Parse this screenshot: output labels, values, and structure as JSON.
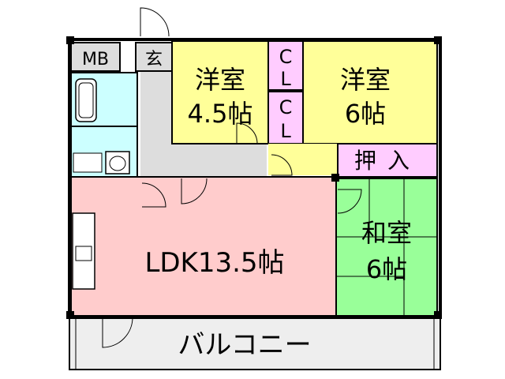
{
  "colors": {
    "western_room": "#ffff99",
    "closet": "#ffccff",
    "ldk": "#ffcccc",
    "washitsu": "#99ff99",
    "wet_area": "#ccffff",
    "hall": "#dddddd",
    "balcony": "#eeeeee",
    "wall": "#000000"
  },
  "rooms": {
    "mb": "MB",
    "entrance": "玄",
    "western_small": {
      "name": "洋室",
      "size": "4.5帖"
    },
    "clc_top": [
      "C",
      "L"
    ],
    "clc_bottom": [
      "C",
      "L"
    ],
    "western_large": {
      "name": "洋室",
      "size": "6帖"
    },
    "oshiire": "押入",
    "washitsu": {
      "name": "和室",
      "size": "6帖"
    },
    "ldk": "LDK13.5帖",
    "balcony": "バルコニー"
  },
  "icons": [
    "bathtub-icon",
    "washbasin-icon",
    "toilet-icon",
    "kitchen-counter-icon",
    "door-swing-icon"
  ]
}
